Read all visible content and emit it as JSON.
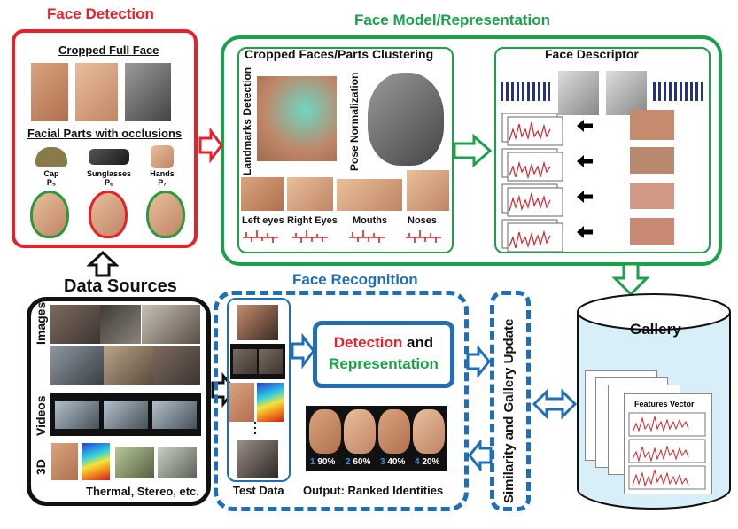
{
  "sections": {
    "face_detection": "Face Detection",
    "face_model": "Face Model/Representation",
    "face_recognition": "Face Recognition"
  },
  "detection": {
    "cropped_full_face": "Cropped Full Face",
    "facial_parts": "Facial Parts with occlusions",
    "occlusions": [
      {
        "name": "Cap",
        "code": "P₅"
      },
      {
        "name": "Sunglasses",
        "code": "P₆"
      },
      {
        "name": "Hands",
        "code": "P₇"
      }
    ]
  },
  "model": {
    "clustering_title": "Cropped Faces/Parts Clustering",
    "landmarks": "Landmarks Detection",
    "pose": "Pose Normalization",
    "parts": [
      "Left eyes",
      "Right Eyes",
      "Mouths",
      "Noses"
    ],
    "descriptor_title": "Face Descriptor"
  },
  "sources": {
    "title": "Data Sources",
    "images": "Images",
    "videos": "Videos",
    "three_d": "3D",
    "caption": "Thermal, Stereo, etc."
  },
  "recognition": {
    "test_data": "Test Data",
    "detection_word": "Detection",
    "and_word": " and",
    "representation_word": "Representation",
    "output_label": "Output: Ranked Identities",
    "ranks": [
      {
        "rank": "1",
        "pct": "90%"
      },
      {
        "rank": "2",
        "pct": "60%"
      },
      {
        "rank": "3",
        "pct": "40%"
      },
      {
        "rank": "4",
        "pct": "20%"
      }
    ]
  },
  "similarity": "Similarity and Gallery Update",
  "gallery": {
    "title": "Gallery",
    "features_vector": "Features Vector"
  },
  "colors": {
    "red": "#e8202a",
    "green": "#1aa14a",
    "blue": "#1f6fb8"
  }
}
